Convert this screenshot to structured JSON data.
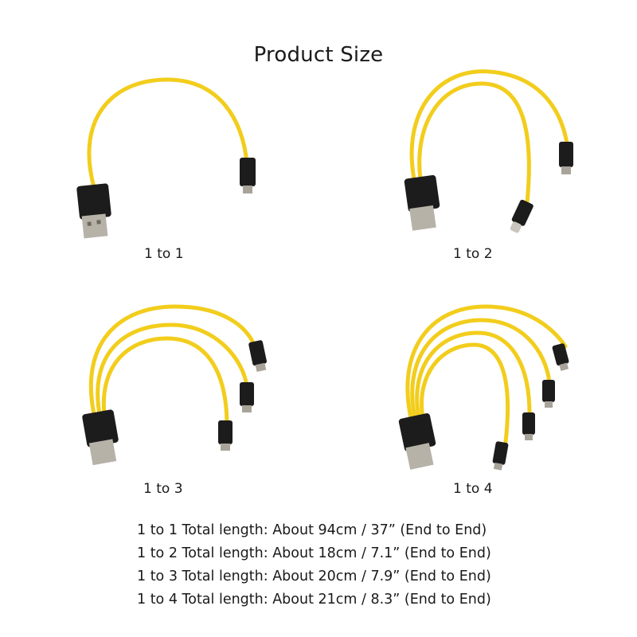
{
  "title": "Product Size",
  "colors": {
    "cable": "#f2cd1c",
    "cable_shade": "#d9b30c",
    "plug": "#1c1c1c",
    "metal": "#b7b2a8"
  },
  "variants": [
    {
      "label": "1 to 1",
      "connector_count": 1
    },
    {
      "label": "1 to 2",
      "connector_count": 2
    },
    {
      "label": "1 to 3",
      "connector_count": 3
    },
    {
      "label": "1 to 4",
      "connector_count": 4
    }
  ],
  "specs": [
    "1 to 1 Total length: About 94cm / 37” (End to End)",
    "1 to 2 Total length: About 18cm / 7.1” (End to End)",
    "1 to 3 Total length: About 20cm / 7.9” (End to End)",
    "1 to 4 Total length: About 21cm / 8.3” (End to End)"
  ]
}
